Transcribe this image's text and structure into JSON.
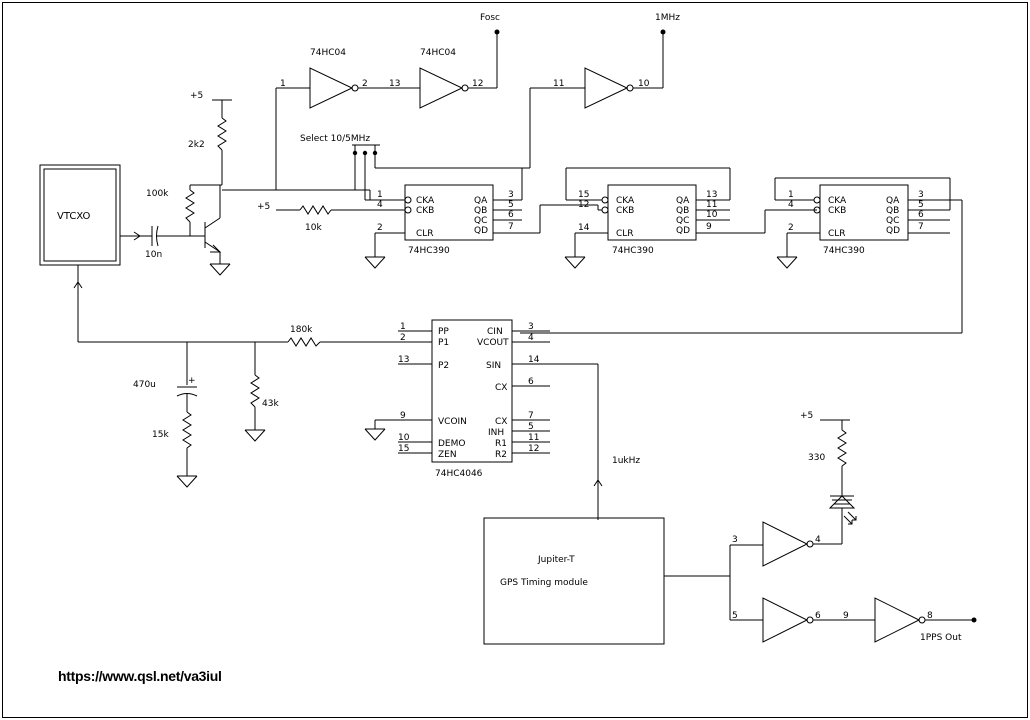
{
  "modules": {
    "vtcxo": "VTCXO",
    "gps_line1": "Jupiter-T",
    "gps_line2": "GPS Timing module"
  },
  "inverters": {
    "hc04": "74HC04"
  },
  "counters": {
    "hc390": "74HC390"
  },
  "pll": {
    "name": "74HC4046"
  },
  "signals": {
    "fosc": "Fosc",
    "mhz1": "1MHz",
    "khz1": "1ukHz",
    "pps_out": "1PPS Out",
    "select": "Select 10/5MHz",
    "plus5": "+5"
  },
  "components": {
    "r_2k2": "2k2",
    "r_100k": "100k",
    "r_10k": "10k",
    "c_10n": "10n",
    "r_180k": "180k",
    "c_470u": "470u",
    "r_15k": "15k",
    "r_43k": "43k",
    "r_330": "330"
  },
  "pins_390": {
    "cka": "CKA",
    "ckb": "CKB",
    "clr": "CLR",
    "qa": "QA",
    "qb": "QB",
    "qc": "QC",
    "qd": "QD"
  },
  "pins_4046": {
    "pp": "PP",
    "p1": "P1",
    "p2": "P2",
    "vcoin": "VCOIN",
    "demo": "DEMO",
    "zen": "ZEN",
    "cin": "CIN",
    "vcout": "VCOUT",
    "sin": "SIN",
    "cx": "CX",
    "inh": "INH",
    "r1": "R1",
    "r2": "R2"
  },
  "pin_numbers": {
    "n1": "1",
    "n2": "2",
    "n3": "3",
    "n4": "4",
    "n5": "5",
    "n6": "6",
    "n7": "7",
    "n8": "8",
    "n9": "9",
    "n10": "10",
    "n11": "11",
    "n12": "12",
    "n13": "13",
    "n14": "14",
    "n15": "15"
  },
  "footer": {
    "url": "https://www.qsl.net/va3iul"
  }
}
